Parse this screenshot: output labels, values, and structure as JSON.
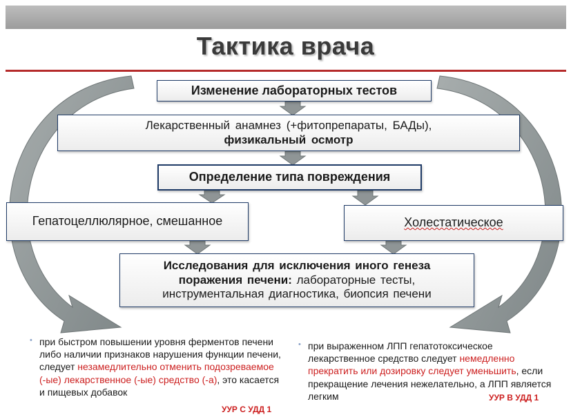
{
  "title": "Тактика врача",
  "boxes": {
    "lab_tests": "Изменение лабораторных тестов",
    "history_line1": "Лекарственный анамнез (+фитопрепараты, БАДы),",
    "history_line2": "физикальный осмотр",
    "damage_type": "Определение типа повреждения",
    "hepatocellular": "Гепатоцеллюлярное, смешанное",
    "cholestatic": "Холестатическое",
    "exclusion_bold1": "Исследования для исключения иного генеза",
    "exclusion_bold2": "поражения печени:",
    "exclusion_rest2": " лабораторные тесты,",
    "exclusion_line3": "инструментальная диагностика, биопсия печени"
  },
  "notes": {
    "left": {
      "text_a": "при быстром повышении уровня ферментов печени либо наличии признаков нарушения функции печени, следует ",
      "text_red": "незамедлительно отменить подозреваемое (-ые) лекарственное (-ые) средство (-а)",
      "text_b": ", это касается и пищевых добавок",
      "level": "УУР С  УДД 1"
    },
    "right": {
      "text_a": "при выраженном ЛПП гепатотоксическое лекарственное средство следует ",
      "text_red": "немедленно прекратить или дозировку следует уменьшить",
      "text_b": ", если прекращение лечения нежелательно, а ЛПП является легким",
      "level": "УУР В  УДД 1"
    }
  },
  "colors": {
    "box_border": "#1e3a66",
    "arrow_fill": "#8f9596",
    "title_rule": "#b52b2b",
    "highlight_red": "#cc1f1f"
  }
}
